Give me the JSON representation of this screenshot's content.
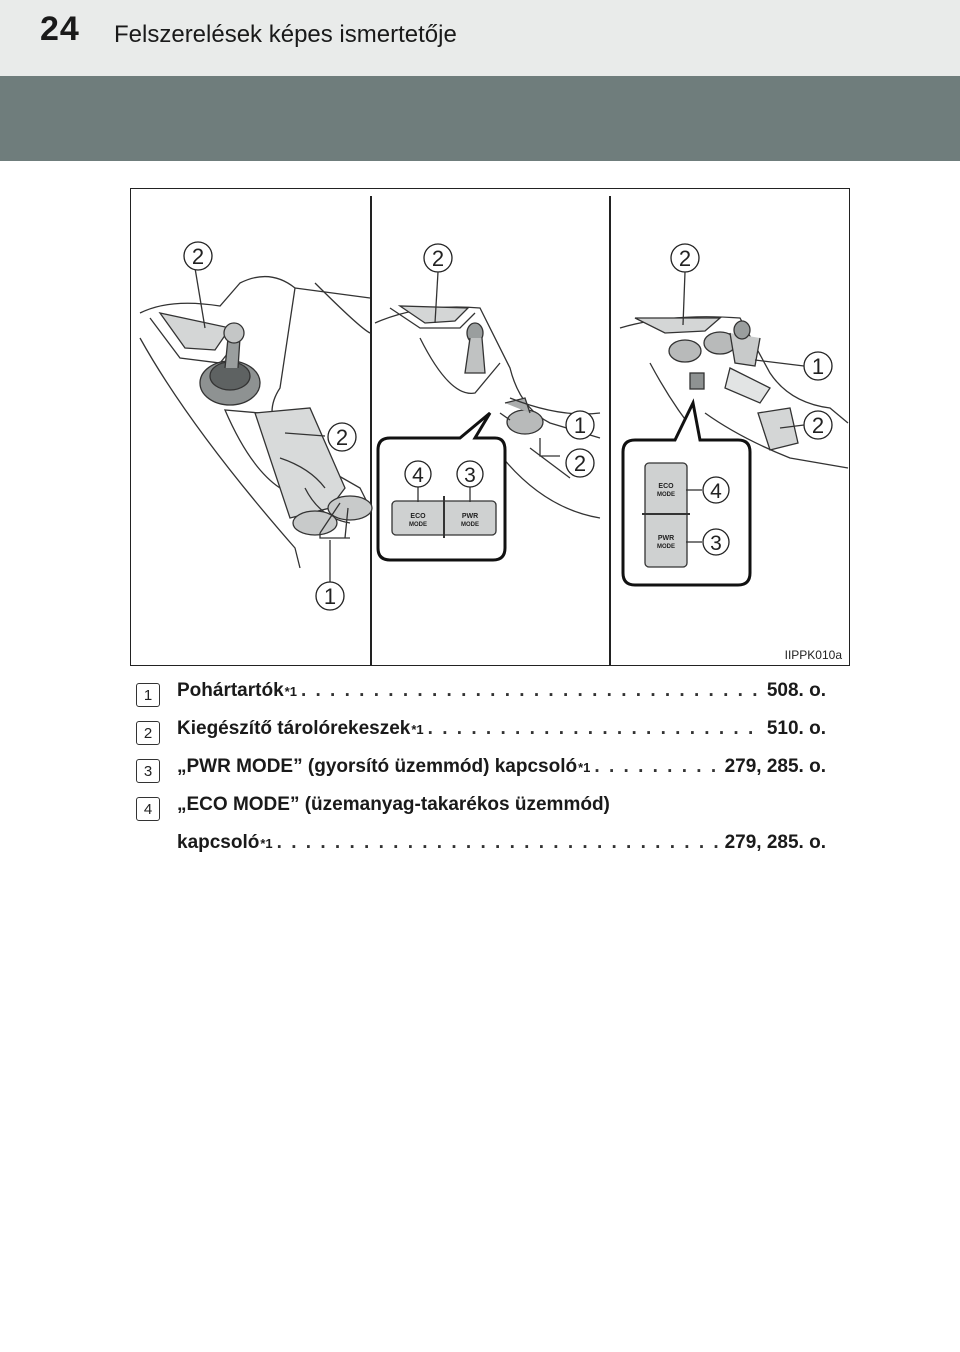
{
  "header": {
    "page_number": "24",
    "title": "Felszerelések képes ismertetője"
  },
  "figure": {
    "code": "IIPPK010a",
    "panels": [
      {
        "markers": [
          "2",
          "2",
          "1"
        ]
      },
      {
        "markers": [
          "2",
          "1",
          "2",
          "4",
          "3"
        ],
        "buttons": [
          "ECO",
          "MODE",
          "PWR",
          "MODE"
        ]
      },
      {
        "markers": [
          "2",
          "1",
          "2",
          "4",
          "3"
        ],
        "buttons": [
          "ECO",
          "MODE",
          "PWR",
          "MODE"
        ]
      }
    ]
  },
  "callouts": [
    {
      "num": "1",
      "text": "Pohártartók",
      "sup": "*1",
      "page": "508. o."
    },
    {
      "num": "2",
      "text": "Kiegészítő tárolórekeszek",
      "sup": "*1",
      "page": "510. o."
    },
    {
      "num": "3",
      "text": "„PWR MODE” (gyorsító üzemmód) kapcsoló",
      "sup": "*1",
      "page": "279, 285. o."
    },
    {
      "num": "4",
      "line1": "„ECO MODE” (üzemanyag-takarékos üzemmód)",
      "text": "kapcsoló",
      "sup": "*1",
      "page": "279, 285. o."
    }
  ]
}
